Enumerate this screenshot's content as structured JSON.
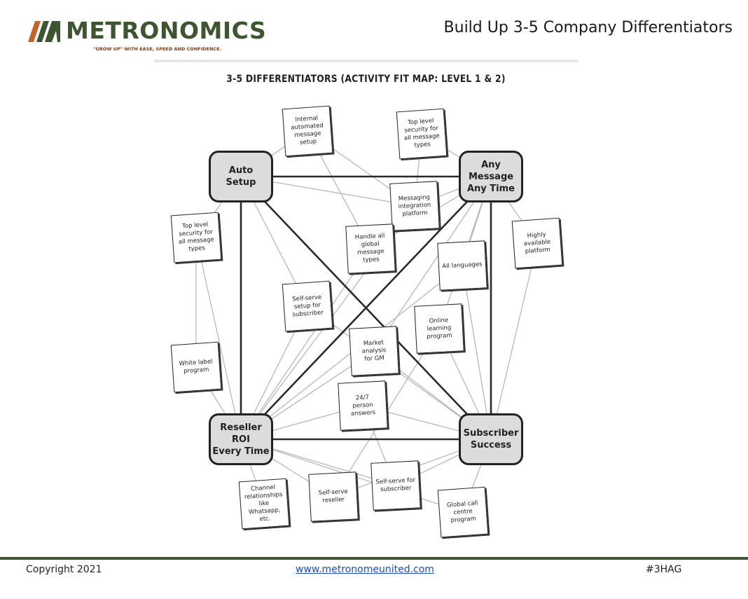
{
  "logo": {
    "brand": "METRONOMICS",
    "tagline": "\"GROW UP\" WITH EASE, SPEED AND CONFIDENCE.",
    "colors": {
      "green": "#3d5530",
      "orange": "#c4642a"
    }
  },
  "slide_title": "Build Up 3-5 Company Differentiators",
  "diagram": {
    "title": "3-5 DIFFERENTIATORS (ACTIVITY FIT MAP: LEVEL 1 & 2)",
    "hubs": [
      {
        "id": "auto",
        "label": "Auto\nSetup"
      },
      {
        "id": "any",
        "label": "Any Message\nAny Time"
      },
      {
        "id": "reseller",
        "label": "Reseller ROI\nEvery Time"
      },
      {
        "id": "subscriber",
        "label": "Subscriber\nSuccess"
      }
    ],
    "notes": [
      {
        "id": "n1",
        "label": "Internal\nautomated\nmessage\nsetup"
      },
      {
        "id": "n2",
        "label": "Top level\nsecurity for\nall message\ntypes"
      },
      {
        "id": "n3",
        "label": "Messaging\nintegration\nplatform"
      },
      {
        "id": "n4",
        "label": "Top level\nsecurity for\nall message\ntypes"
      },
      {
        "id": "n5",
        "label": "Handle all\nglobal message\ntypes"
      },
      {
        "id": "n6",
        "label": "Highly\navailable\nplatform"
      },
      {
        "id": "n7",
        "label": "All languages"
      },
      {
        "id": "n8",
        "label": "Self-serve\nsetup for\nsubscriber"
      },
      {
        "id": "n9",
        "label": "Online\nlearning\nprogram"
      },
      {
        "id": "n10",
        "label": "Market analysis\nfor GM"
      },
      {
        "id": "n11",
        "label": "White label\nprogram"
      },
      {
        "id": "n12",
        "label": "24/7\nperson\nanswers"
      },
      {
        "id": "n13",
        "label": "Channel\nrelationships\nlike Whatsapp,\netc."
      },
      {
        "id": "n14",
        "label": "Self-serve\nreseller"
      },
      {
        "id": "n15",
        "label": "Self-serve for\nsubscriber"
      },
      {
        "id": "n16",
        "label": "Global call\ncentre\nprogram"
      }
    ]
  },
  "footer": {
    "copyright": "Copyright 2021",
    "link": "www.metronomeunited.com",
    "hashtag": "#3HAG",
    "rule_color": "#3d5530"
  }
}
